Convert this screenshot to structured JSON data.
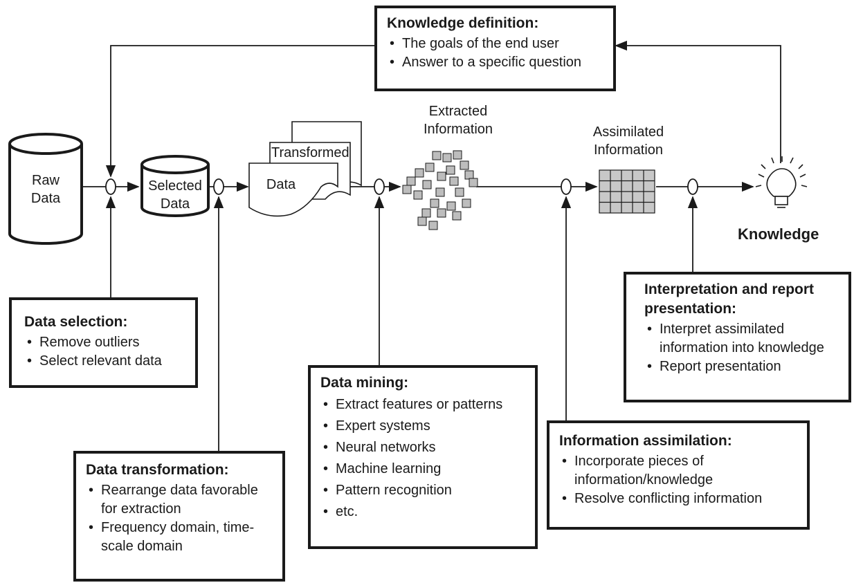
{
  "nodes": {
    "raw_data": [
      "Raw",
      "Data"
    ],
    "selected_data": [
      "Selected",
      "Data"
    ],
    "transformed_front": "Data",
    "transformed_back": "Transformed",
    "extracted": [
      "Extracted",
      "Information"
    ],
    "assimilated": [
      "Assimilated",
      "Information"
    ],
    "knowledge": "Knowledge"
  },
  "boxes": {
    "knowledge_definition": {
      "title": "Knowledge definition:",
      "items": [
        "The goals of the end user",
        "Answer to a specific question"
      ]
    },
    "data_selection": {
      "title": "Data selection:",
      "items": [
        "Remove outliers",
        "Select relevant data"
      ]
    },
    "data_transformation": {
      "title": "Data transformation:",
      "items": [
        "Rearrange data favorable for extraction",
        "Frequency domain, time-scale domain"
      ]
    },
    "data_mining": {
      "title": "Data mining:",
      "items": [
        "Extract features or patterns",
        "Expert systems",
        "Neural networks",
        "Machine learning",
        "Pattern recognition",
        "etc."
      ]
    },
    "information_assimilation": {
      "title": "Information assimilation:",
      "items": [
        "Incorporate pieces of information/knowledge",
        "Resolve conflicting information"
      ]
    },
    "interpretation": {
      "title": "Interpretation and report presentation:",
      "items": [
        "Interpret assimilated information into knowledge",
        "Report presentation"
      ]
    }
  }
}
